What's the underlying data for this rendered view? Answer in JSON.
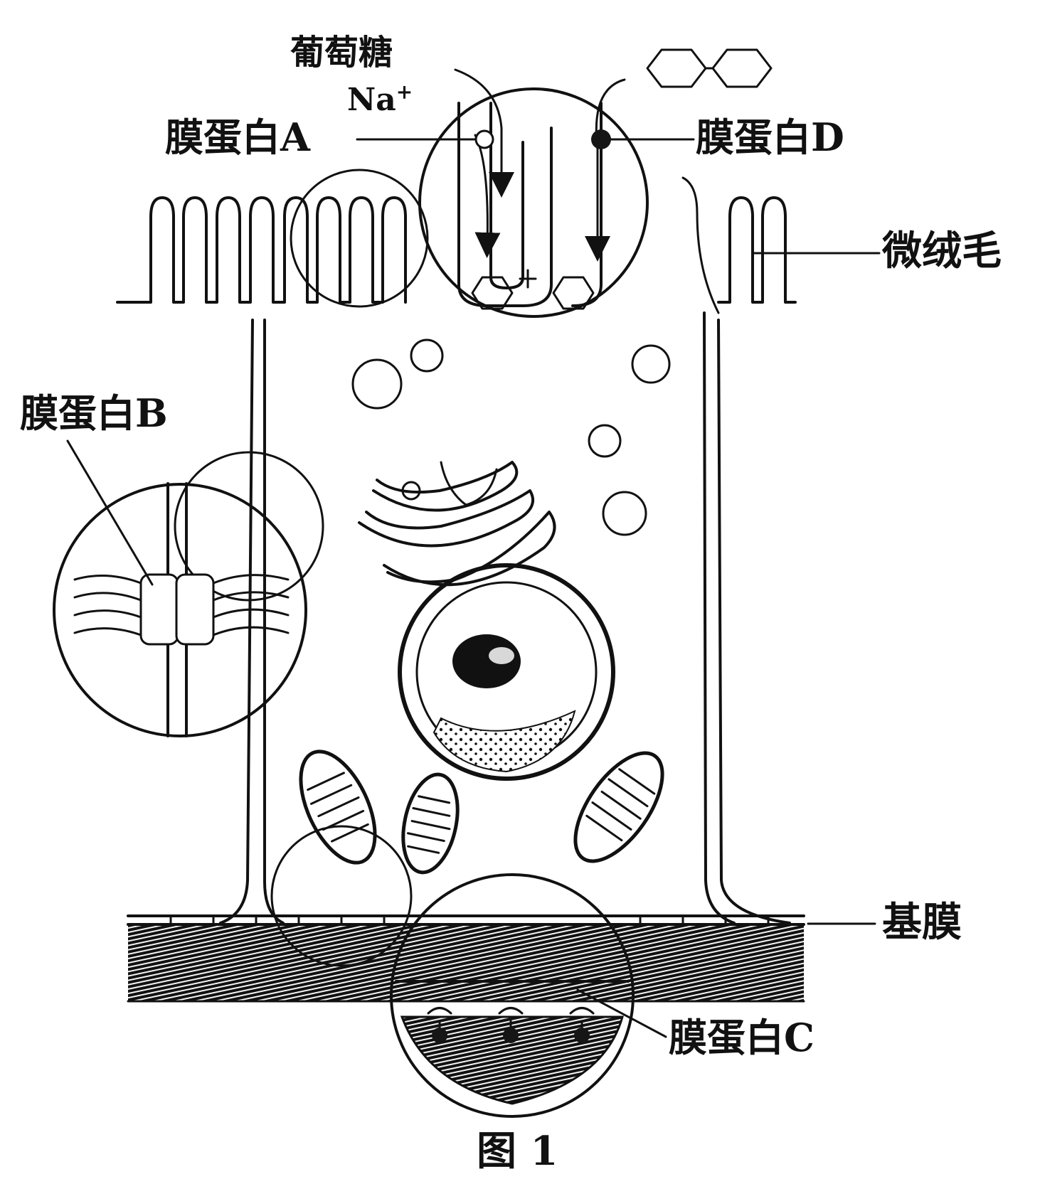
{
  "labels": {
    "glucose": "葡萄糖",
    "sodium": "Na",
    "sodium_charge": "+",
    "protein_a": "膜蛋白A",
    "protein_b": "膜蛋白B",
    "protein_c": "膜蛋白C",
    "protein_d": "膜蛋白D",
    "microvilli": "微绒毛",
    "basement_membrane": "基膜",
    "caption": "图 1"
  }
}
